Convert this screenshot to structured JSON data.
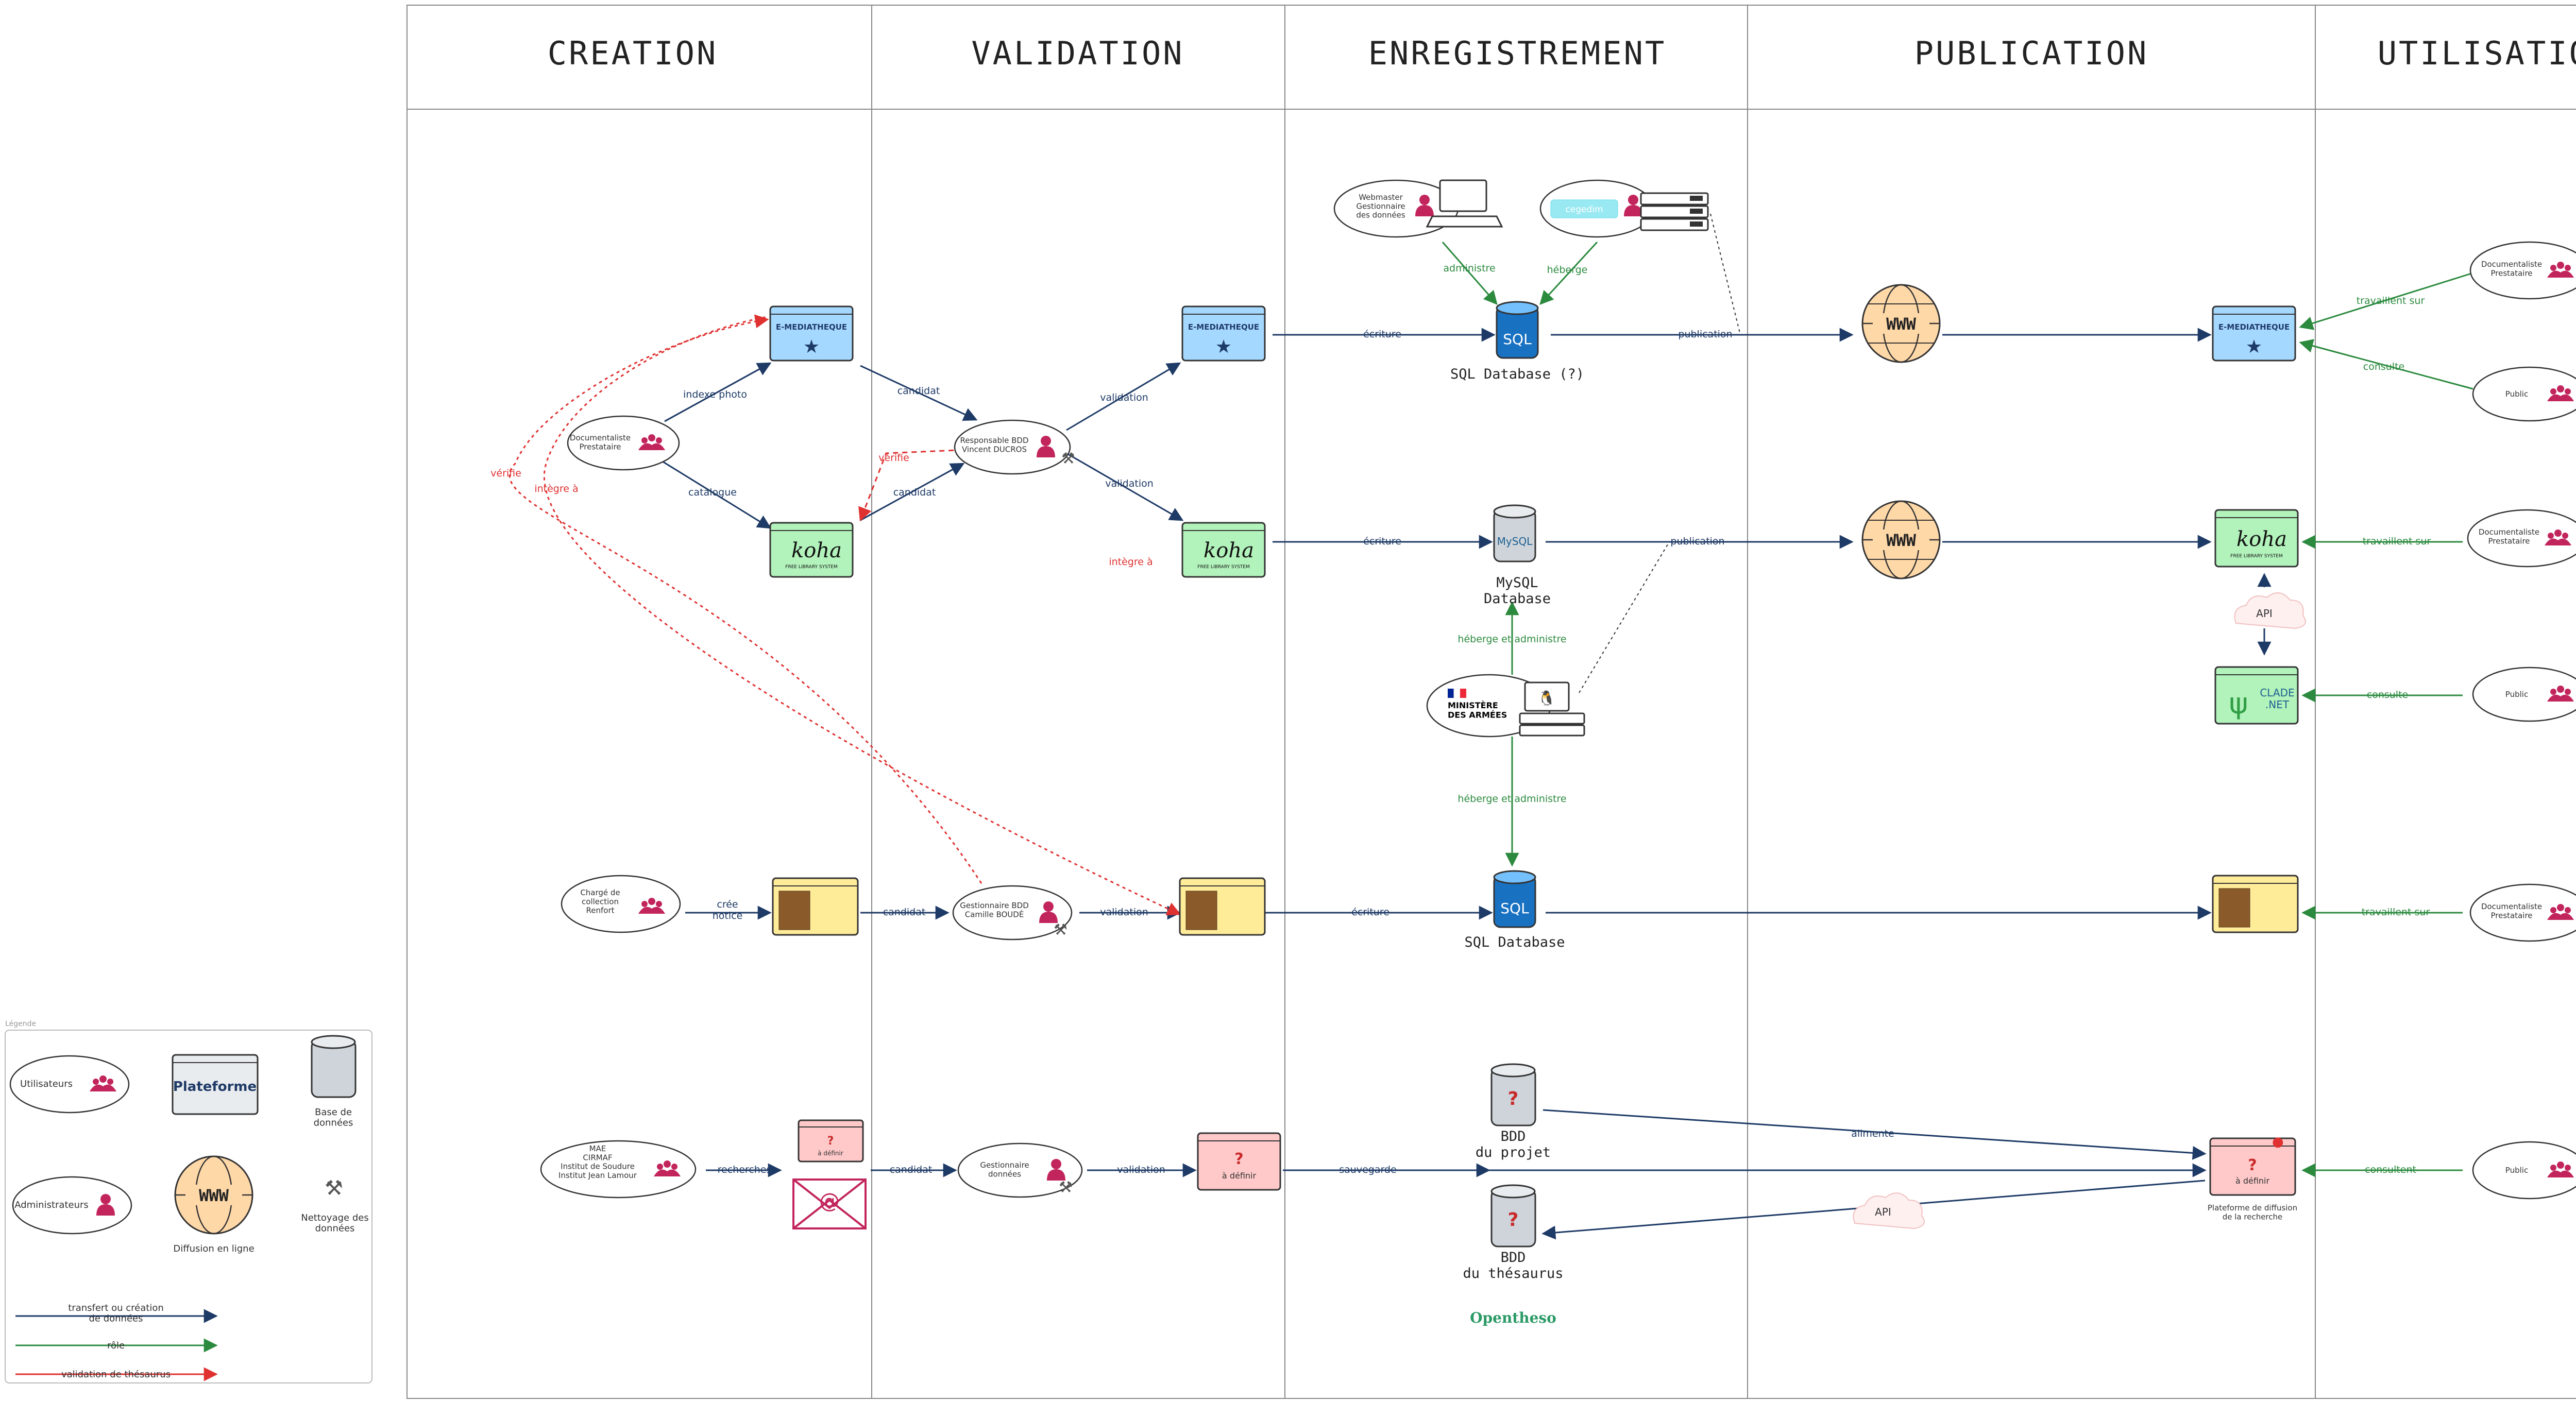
{
  "columns": [
    "CREATION",
    "VALIDATION",
    "ENREGISTREMENT",
    "PUBLICATION",
    "UTILISATION"
  ],
  "actors": {
    "doc_presta_left": "Documentaliste\nPrestataire",
    "resp_bdd": "Responsable BDD\nVincent DUCROS",
    "chargé_collection": "Chargé de\ncollection\nRenfort",
    "gest_bdd_camille": "Gestionnaire BDD\nCamille BOUDÉ",
    "mae": "MAE\nCIRMAF\nInstitut de Soudure\nInstitut Jean Lamour",
    "gest_donnees": "Gestionnaire\ndonnées",
    "webmaster": "Webmaster\nGestionnaire\ndes données",
    "doc_presta_r1": "Documentaliste\nPrestataire",
    "public_r1": "Public",
    "doc_presta_r2": "Documentaliste\nPrestataire",
    "public_r2": "Public",
    "doc_presta_r3": "Documentaliste\nPrestataire",
    "public_r3": "Public"
  },
  "platforms": {
    "emediatheque": "E-MEDIATHEQUE",
    "koha": "koha",
    "koha_sub": "FREE LIBRARY SYSTEM",
    "a_definir": "à définir",
    "question": "?",
    "clade": "CLADE\n.NET",
    "ovh": "cegedim"
  },
  "databases": {
    "sql_db_q": "SQL Database (?)",
    "mysql_db": "MySQL\nDatabase",
    "sql_db": "SQL Database",
    "bdd_projet": "BDD\ndu projet",
    "bdd_thesaurus": "BDD\ndu thésaurus",
    "sql_icon": "SQL",
    "mysql_icon": "MySQL",
    "opentheso": "Opentheso"
  },
  "ministere": "MINISTÈRE\nDES ARMÉES",
  "www": "WWW",
  "api": "API",
  "plateforme_diffusion": "Plateforme de diffusion\nde la recherche",
  "edges": {
    "indexe_photo": "indexe photo",
    "catalogue": "catalogue",
    "candidat": "candidat",
    "validation": "validation",
    "ecriture": "écriture",
    "publication": "publication",
    "administre": "administre",
    "heberge": "héberge",
    "heberge_administre": "héberge et administre",
    "travaillent_sur": "travaillent sur",
    "consulte": "consulte",
    "consultent": "consultent",
    "verifie": "vérifie",
    "integre_a": "intègre à",
    "cree_notice": "crée\nnotice",
    "recherches": "recherches",
    "sauvegarde": "sauvegarde",
    "alimente": "alimente"
  },
  "legend": {
    "title": "Légende",
    "utilisateurs": "Utilisateurs",
    "plateforme": "Plateforme",
    "base_de_donnees": "Base de\ndonnées",
    "administrateurs": "Administrateurs",
    "diffusion": "Diffusion en ligne",
    "nettoyage": "Nettoyage des\ndonnées",
    "transfert": "transfert ou création\nde données",
    "role": "rôle",
    "validation_thesaurus": "validation de thésaurus"
  },
  "colors": {
    "blue": "#1e3a66",
    "green": "#2b8a3e",
    "red": "#e03131",
    "person": "#c2255c",
    "emedia_fill": "#a5d8ff",
    "koha_fill": "#b2f2bb",
    "yellow_fill": "#ffec99",
    "pink_fill": "#ffc9c9",
    "www_fill": "#ffd8a8",
    "db_grey": "#ced4da",
    "sql_blue": "#1971c2"
  }
}
